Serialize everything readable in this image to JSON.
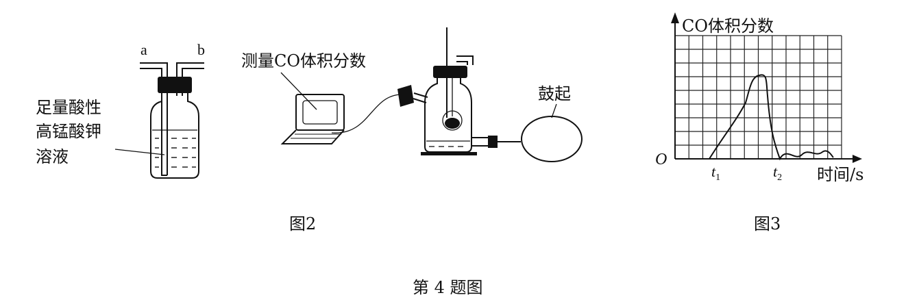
{
  "figure2": {
    "bottle_left": {
      "port_a": "a",
      "port_b": "b",
      "liquid_label_lines": [
        "足量酸性",
        "高锰酸钾",
        "溶液"
      ]
    },
    "computer_label": "测量CO体积分数",
    "balloon_label": "鼓起",
    "caption": "图2"
  },
  "figure3": {
    "y_axis_label": "CO体积分数",
    "x_axis_label": "时间/s",
    "origin_label": "O",
    "t1_label": "t",
    "t1_sub": "1",
    "t2_label": "t",
    "t2_sub": "2",
    "caption": "图3"
  },
  "page_caption": "第 4 题图"
}
